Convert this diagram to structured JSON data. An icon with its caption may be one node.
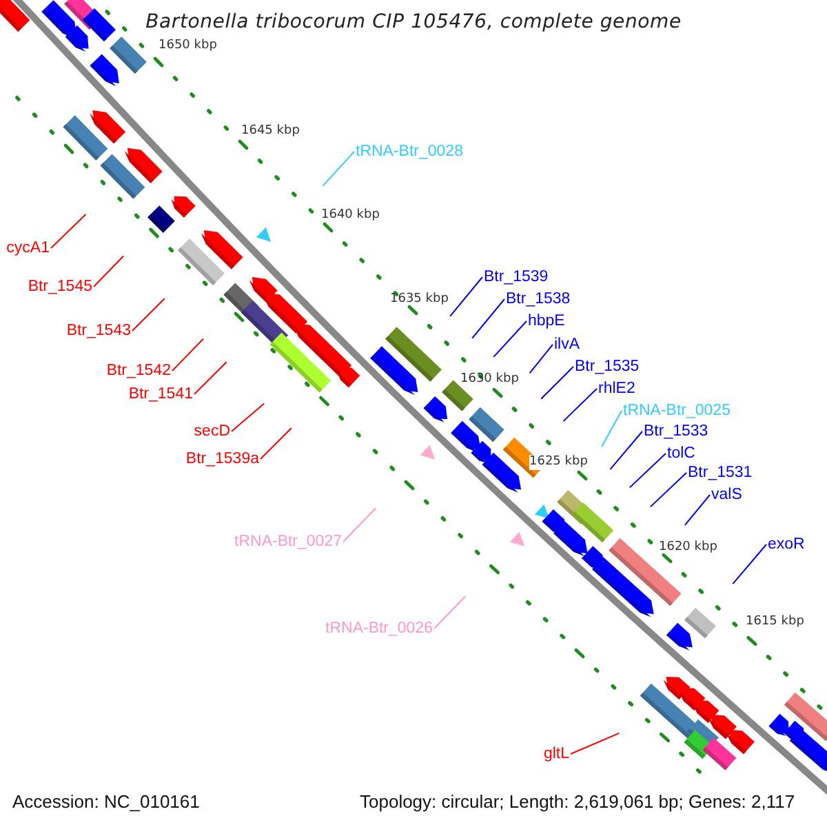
{
  "diagram": {
    "title": "Bartonella tribocorum CIP 105476, complete genome",
    "nodes": [
      {
        "text": [
          "tRNA-Btr_0028"
        ]
      },
      {
        "text": [
          "cycA1"
        ]
      },
      {
        "text": [
          "Btr_1539"
        ]
      },
      {
        "text": [
          "Btr_1545"
        ]
      },
      {
        "text": [
          "Btr_1538"
        ]
      },
      {
        "text": [
          "hbpE"
        ]
      },
      {
        "text": [
          "Btr_1543"
        ]
      },
      {
        "text": [
          "ilvA"
        ]
      },
      {
        "text": [
          "Btr_1535"
        ]
      },
      {
        "text": [
          "Btr_1542"
        ]
      },
      {
        "text": [
          "rhlE2"
        ]
      },
      {
        "text": [
          "Btr_1541"
        ]
      },
      {
        "text": [
          "tRNA-Btr_0025"
        ]
      },
      {
        "text": [
          "secD"
        ]
      },
      {
        "text": [
          "Btr_1533"
        ]
      },
      {
        "text": [
          "tolC"
        ]
      },
      {
        "text": [
          "Btr_1539a"
        ]
      },
      {
        "text": [
          "Btr_1531"
        ]
      },
      {
        "text": [
          "valS"
        ]
      },
      {
        "text": [
          "tRNA-Btr_0027"
        ]
      },
      {
        "text": [
          "exoR"
        ]
      },
      {
        "text": [
          "tRNA-Btr_0026"
        ]
      },
      {
        "text": [
          "gltL"
        ]
      }
    ],
    "edges": [
      {
        "from": 0,
        "to": null,
        "arrow": "none",
        "color": "#33ccff"
      },
      {
        "from": 1,
        "to": null,
        "arrow": "none",
        "color": "#ff0000"
      },
      {
        "from": 2,
        "to": null,
        "arrow": "none"
      },
      {
        "from": 3,
        "to": null,
        "arrow": "none",
        "color": "#ff0000"
      },
      {
        "from": 4,
        "to": null,
        "arrow": "none"
      },
      {
        "from": 5,
        "to": null,
        "arrow": "none"
      },
      {
        "from": 6,
        "to": null,
        "arrow": "none",
        "color": "#ff0000"
      },
      {
        "from": 7,
        "to": null,
        "arrow": "none"
      },
      {
        "from": 8,
        "to": null,
        "arrow": "none"
      },
      {
        "from": 9,
        "to": null,
        "arrow": "none",
        "color": "#ff0000"
      },
      {
        "from": 10,
        "to": null,
        "arrow": "none"
      },
      {
        "from": 11,
        "to": null,
        "arrow": "none",
        "color": "#ff0000"
      },
      {
        "from": 12,
        "to": null,
        "arrow": "none",
        "color": "#33ccff"
      },
      {
        "from": 13,
        "to": null,
        "arrow": "none",
        "color": "#ff0000"
      },
      {
        "from": 14,
        "to": null,
        "arrow": "none"
      },
      {
        "from": 15,
        "to": null,
        "arrow": "none"
      },
      {
        "from": 16,
        "to": null,
        "arrow": "none",
        "color": "#ff0000"
      },
      {
        "from": 17,
        "to": null,
        "arrow": "none"
      },
      {
        "from": 18,
        "to": null,
        "arrow": "none"
      },
      {
        "from": 19,
        "to": null,
        "arrow": "none",
        "color": "#ff99cc"
      },
      {
        "from": 20,
        "to": null,
        "arrow": "none"
      },
      {
        "from": 21,
        "to": null,
        "arrow": "none",
        "color": "#ff99cc"
      },
      {
        "from": 22,
        "to": null,
        "arrow": "none",
        "color": "#ff0000"
      }
    ],
    "labels": [
      "1650 kbp",
      "1645 kbp",
      "1640 kbp",
      "1635 kbp",
      "1630 kbp",
      "1625 kbp",
      "1620 kbp",
      "1615 kbp",
      "Accession: NC_010161",
      "Topology: circular; Length: 2,619,061 bp; Genes: 2,117"
    ]
  }
}
